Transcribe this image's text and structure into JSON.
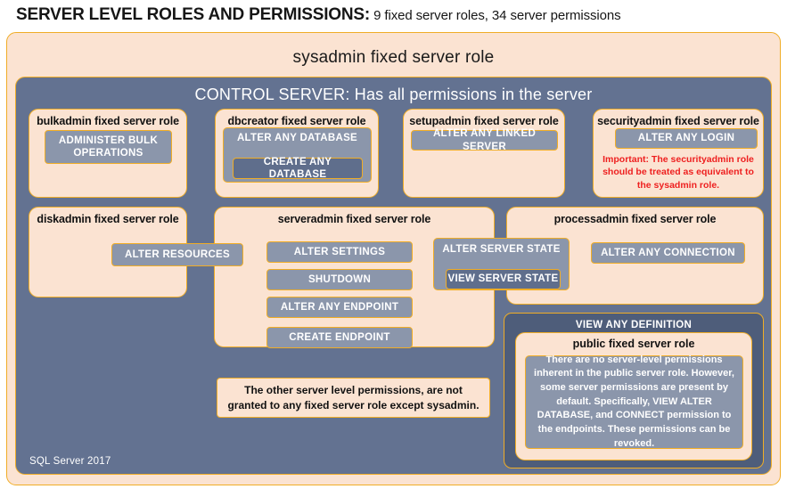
{
  "title": {
    "main": "SERVER LEVEL ROLES AND PERMISSIONS:",
    "sub": " 9 fixed server roles, 34 server permissions"
  },
  "colors": {
    "peach_fill": "#fbe3d2",
    "gold_border": "#f0ad26",
    "slate_fill": "#637291",
    "permission_fill": "#8b96ab",
    "permission_dark_fill": "#5f6e8c",
    "warning_red": "#ee1f1f",
    "text_dark": "#121212",
    "text_light": "#ffffff"
  },
  "sysadmin": {
    "label": "sysadmin fixed server role"
  },
  "control_server": {
    "label": "CONTROL SERVER: Has all permissions in the server"
  },
  "roles": {
    "bulkadmin": {
      "title": "bulkadmin fixed server role",
      "permission": "ADMINISTER  BULK OPERATIONS"
    },
    "dbcreator": {
      "title": "dbcreator fixed server role",
      "permission_outer": "ALTER ANY DATABASE",
      "permission_inner": "CREATE  ANY DATABASE"
    },
    "setupadmin": {
      "title": "setupadmin fixed server role",
      "permission": "ALTER ANY LINKED SERVER"
    },
    "securityadmin": {
      "title": "securityadmin fixed server role",
      "permission": "ALTER ANY LOGIN",
      "note": "Important: The securityadmin role should  be treated as equivalent to the sysadmin role."
    },
    "diskadmin": {
      "title": "diskadmin fixed server role",
      "permission": "ALTER RESOURCES"
    },
    "serveradmin": {
      "title": "serveradmin fixed server role",
      "permissions": [
        "ALTER SETTINGS",
        "SHUTDOWN",
        "ALTER ANY ENDPOINT",
        "CREATE  ENDPOINT"
      ],
      "permission_outer": "ALTER SERVER  STATE",
      "permission_inner": "VIEW SERVER  STATE"
    },
    "processadmin": {
      "title": "processadmin fixed server role",
      "permission": "ALTER ANY CONNECTION"
    },
    "public": {
      "view_any_definition": "VIEW ANY DEFINITION",
      "title": "public  fixed server role",
      "note": "There are no server-level permissions inherent in the public server role. However, some server permissions are present by default. Specifically, VIEW ALTER DATABASE, and CONNECT permission to the endpoints. These permissions can be revoked."
    }
  },
  "other_permissions_note": "The other server level permissions, are not granted to any fixed server role except sysadmin.",
  "footer": {
    "label": "SQL Server 2017"
  }
}
